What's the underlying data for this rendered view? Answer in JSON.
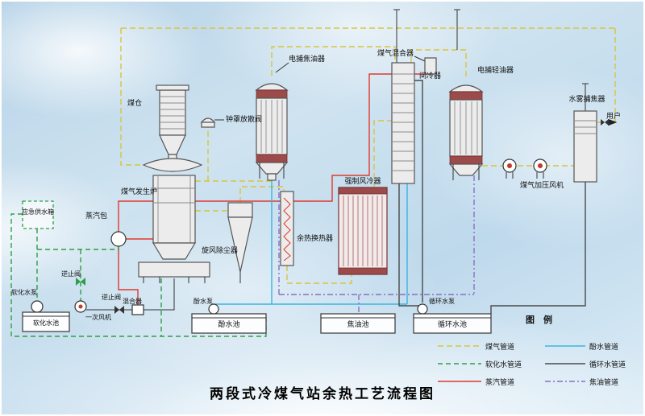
{
  "title": "两段式冷煤气站余热工艺流程图",
  "colors": {
    "gas": "#d9c43c",
    "softened_water": "#2f9e44",
    "steam": "#e0392e",
    "phenol": "#3ab5de",
    "circulating": "#4a4a4a",
    "tar": "#8a6fc5",
    "structure": "#333333"
  },
  "legend": {
    "heading": "图 例",
    "items": [
      {
        "label": "煤气管道",
        "color": "#d9c43c",
        "style": "dashed"
      },
      {
        "label": "软化水管道",
        "color": "#2f9e44",
        "style": "dashed"
      },
      {
        "label": "蒸汽管道",
        "color": "#e0392e",
        "style": "solid"
      },
      {
        "label": "酚水管道",
        "color": "#3ab5de",
        "style": "solid"
      },
      {
        "label": "循环水管道",
        "color": "#4a4a4a",
        "style": "solid"
      },
      {
        "label": "焦油管道",
        "color": "#8a6fc5",
        "style": "dashed"
      }
    ]
  },
  "labels": {
    "coal_bunker": "煤仓",
    "gas_generator": "煤气发生炉",
    "steam_drum": "蒸汽包",
    "emergency_tank": "应急供水箱",
    "bell_valve": "钟罩放散阀",
    "tar_precipitator": "电捕焦油器",
    "gas_mixer": "煤气混合器",
    "intercooler": "间冷器",
    "light_oil_precipitator": "电捕轻油器",
    "mist_tar_catcher": "水雾捕焦器",
    "user": "用户",
    "gas_pressure_fan": "煤气加压风机",
    "forced_air_cooler": "强制风冷器",
    "waste_heat_exchanger": "余热换热器",
    "cyclone": "旋风除尘器",
    "softened_water_pump": "软化水泵",
    "softened_water_pool": "软化水池",
    "check_valve_a": "逆止阀",
    "primary_fan": "一次风机",
    "check_valve_b": "逆止阀",
    "air_mixer": "混合器",
    "phenol_pump": "酚水泵",
    "phenol_pool": "酚水池",
    "tar_pool": "焦油池",
    "circulating_pump": "循环水泵",
    "circulating_pool": "循环水池"
  }
}
